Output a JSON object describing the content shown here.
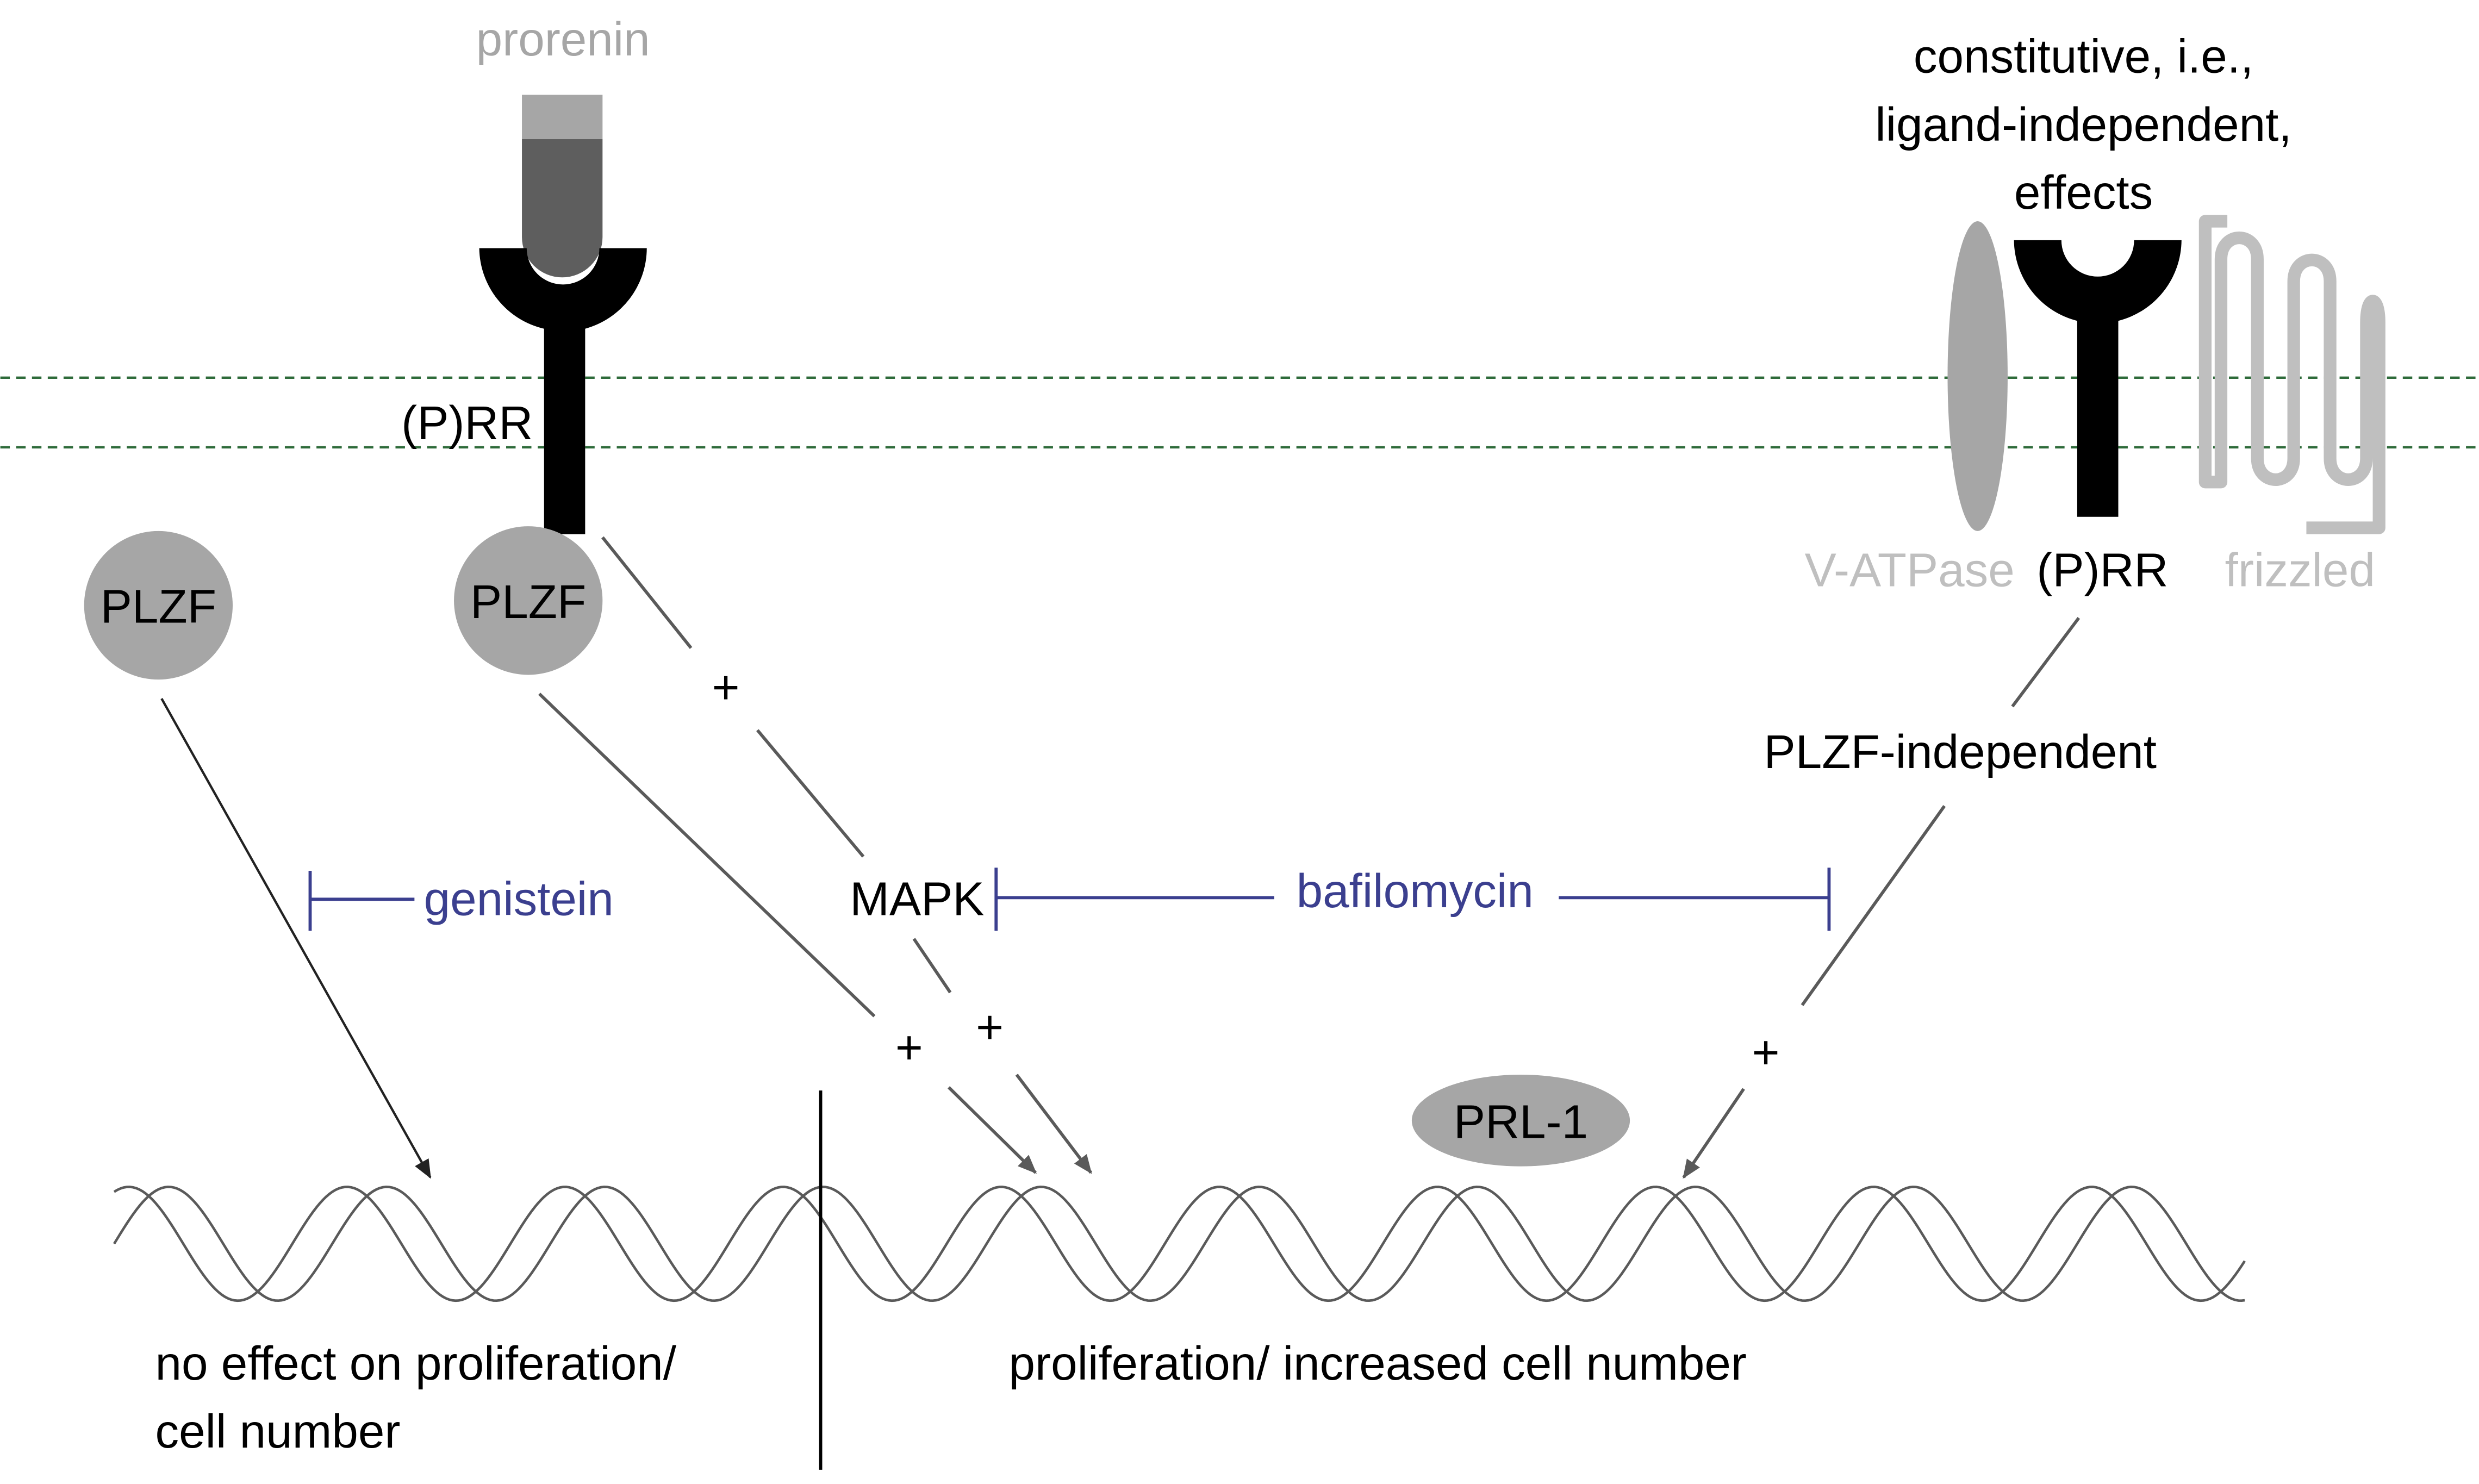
{
  "labels": {
    "prorenin": "prorenin",
    "constitutive_line1": "constitutive, i.e.,",
    "constitutive_line2": "ligand-independent,",
    "constitutive_line3": "effects",
    "prr_left": "(P)RR",
    "prr_right": "(P)RR",
    "v_atpase": "V-ATPase",
    "frizzled": "frizzled",
    "plzf_free": "PLZF",
    "plzf_bound": "PLZF",
    "plzf_independent": "PLZF-independent",
    "mapk": "MAPK",
    "genistein": "genistein",
    "bafilomycin": "bafilomycin",
    "prl1": "PRL-1",
    "plus_upper": "+",
    "plus_left": "+",
    "plus_mid": "+",
    "plus_right": "+",
    "no_effect_line1": "no effect on proliferation/",
    "no_effect_line2": "cell number",
    "proliferation": "proliferation/ increased cell number"
  },
  "colors": {
    "black": "#000000",
    "grey_dark": "#595959",
    "grey_mid": "#a6a6a6",
    "grey_light": "#bfbfbf",
    "inhibitor_blue": "#3b3f8f",
    "membrane_green": "#2e6b3a",
    "line_grey": "#5a5a5a"
  }
}
